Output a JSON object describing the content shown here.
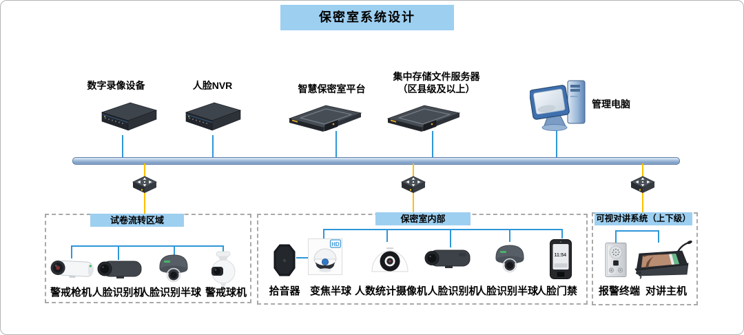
{
  "title": "保密室系统设计",
  "colors": {
    "banner_blue": "#9DCFF0",
    "line_blue": "#2E96D8",
    "line_yellow": "#FFC000",
    "bus_pipe": "#8FA9C9"
  },
  "top_devices": [
    {
      "label": "数字录像设备",
      "icon": "dvr"
    },
    {
      "label": "人脸NVR",
      "icon": "dvr"
    },
    {
      "label": "智慧保密室平台",
      "icon": "rack-server"
    },
    {
      "label_line1": "集中存储文件服务器",
      "label_line2": "（区县级及以上）",
      "icon": "rack-server"
    },
    {
      "label": "管理电脑",
      "icon": "desktop-pc"
    }
  ],
  "switches": [
    {
      "name": "switch-exam-area"
    },
    {
      "name": "switch-secret-room"
    },
    {
      "name": "switch-intercom"
    }
  ],
  "groups": [
    {
      "title": "试卷流转区域",
      "devices": [
        {
          "label": "警戒枪机",
          "icon": "white-bullet-camera"
        },
        {
          "label": "人脸识别机",
          "icon": "dark-bullet-camera"
        },
        {
          "label": "人脸识别半球",
          "icon": "gray-dome-camera"
        },
        {
          "label": "警戒球机",
          "icon": "white-ptz-camera"
        }
      ]
    },
    {
      "title": "保密室内部",
      "devices": [
        {
          "label": "拾音器",
          "icon": "audio-pickup"
        },
        {
          "label": "变焦半球",
          "icon": "zoom-dome-camera",
          "badge": "HD"
        },
        {
          "label": "人数统计摄像机",
          "icon": "fisheye-camera"
        },
        {
          "label": "人脸识别机",
          "icon": "dark-bullet-camera"
        },
        {
          "label": "人脸识别半球",
          "icon": "gray-dome-camera"
        },
        {
          "label": "人脸门禁",
          "icon": "face-access-terminal",
          "screen_time": "11:54"
        }
      ]
    },
    {
      "title": "可视对讲系统（上下级）",
      "devices": [
        {
          "label": "报警终端",
          "icon": "alarm-terminal"
        },
        {
          "label": "对讲主机",
          "icon": "intercom-host"
        }
      ]
    }
  ]
}
